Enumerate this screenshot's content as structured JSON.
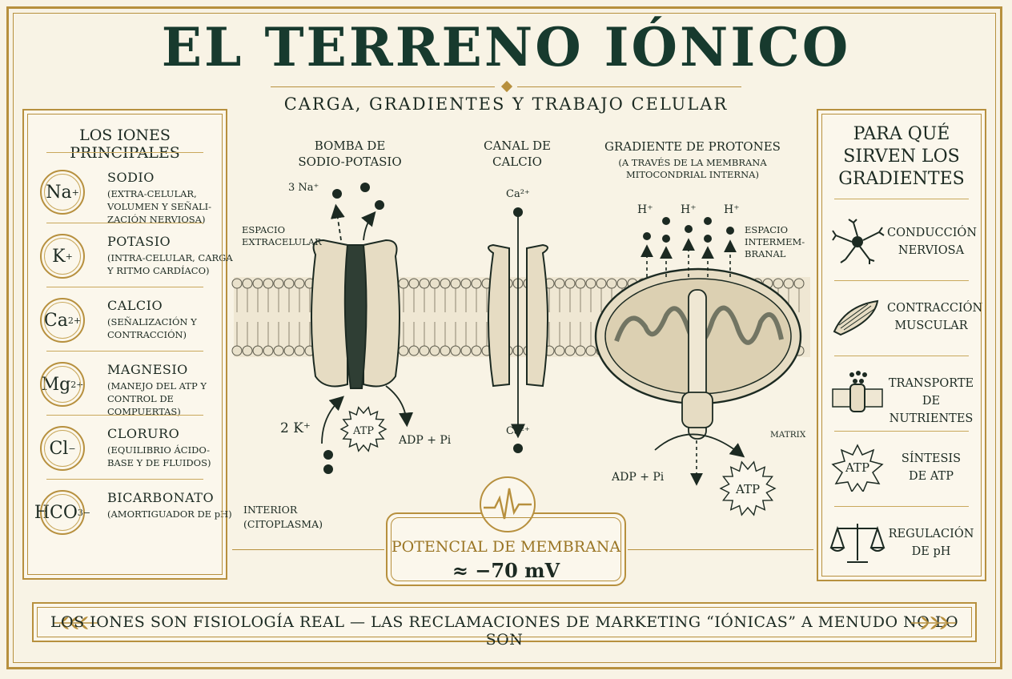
{
  "title": "EL TERRENO IÓNICO",
  "subtitle": "CARGA, GRADIENTES Y TRABAJO CELULAR",
  "ions_panel": {
    "heading": "LOS IONES PRINCIPALES",
    "ions": [
      {
        "symbol": "Na",
        "charge": "+",
        "sub": "",
        "name": "SODIO",
        "desc": "(EXTRA-CELULAR, VOLUMEN Y SEÑALI-ZACIÓN NERVIOSA)"
      },
      {
        "symbol": "K",
        "charge": "+",
        "sub": "",
        "name": "POTASIO",
        "desc": "(INTRA-CELULAR, CARGA Y RITMO CARDÍACO)"
      },
      {
        "symbol": "Ca",
        "charge": "2+",
        "sub": "",
        "name": "CALCIO",
        "desc": "(SEÑALIZACIÓN Y CONTRACCIÓN)"
      },
      {
        "symbol": "Mg",
        "charge": "2+",
        "sub": "",
        "name": "MAGNESIO",
        "desc": "(MANEJO DEL ATP Y CONTROL DE COMPUERTAS)"
      },
      {
        "symbol": "Cl",
        "charge": "−",
        "sub": "",
        "name": "CLORURO",
        "desc": "(EQUILIBRIO ÁCIDO-BASE Y DE FLUIDOS)"
      },
      {
        "symbol": "HCO",
        "charge": "−",
        "sub": "3",
        "name": "BICARBONATO",
        "desc": "(AMORTIGUADOR DE pH)"
      }
    ]
  },
  "uses_panel": {
    "heading_1": "PARA QUÉ",
    "heading_2": "SIRVEN LOS",
    "heading_3": "GRADIENTES",
    "uses": [
      {
        "icon": "neuron-icon",
        "line1": "CONDUCCIÓN",
        "line2": "NERVIOSA"
      },
      {
        "icon": "muscle-icon",
        "line1": "CONTRACCIÓN",
        "line2": "MUSCULAR"
      },
      {
        "icon": "transporter-icon",
        "line1": "TRANSPORTE",
        "line2": "DE NUTRIENTES"
      },
      {
        "icon": "atp-icon",
        "line1": "SÍNTESIS",
        "line2": "DE ATP"
      },
      {
        "icon": "scale-icon",
        "line1": "REGULACIÓN",
        "line2": "DE pH"
      }
    ]
  },
  "diagram": {
    "pump_title_1": "BOMBA DE",
    "pump_title_2": "SODIO-POTASIO",
    "na_label": "3 Na⁺",
    "k_label": "2 K⁺",
    "atp": "ATP",
    "adp_pi": "ADP + Pi",
    "channel_title_1": "CANAL DE",
    "channel_title_2": "CALCIO",
    "ca_top": "Ca²⁺",
    "ca_bottom": "Ca²⁺",
    "proton_title": "GRADIENTE DE PROTONES",
    "proton_sub_1": "(A TRAVÉS DE LA MEMBRANA",
    "proton_sub_2": "MITOCONDRIAL INTERNA)",
    "h_label": "H⁺",
    "extracellular_1": "ESPACIO",
    "extracellular_2": "EXTRACELULAR",
    "intermembrane_1": "ESPACIO",
    "intermembrane_2": "INTERMEM-",
    "intermembrane_3": "BRANAL",
    "matrix": "MATRIX",
    "interior_1": "INTERIOR",
    "interior_2": "(CITOPLASMA)",
    "adp_pi_mito": "ADP + Pi",
    "atp_mito": "ATP"
  },
  "potential": {
    "label": "POTENCIAL DE MEMBRANA",
    "value": "≈ −70 mV"
  },
  "footer": "LOS IONES SON FISIOLOGÍA REAL — LAS RECLAMACIONES DE MARKETING “IÓNICAS” A MENUDO NO LO SON",
  "colors": {
    "gold": "#b7903e",
    "ink": "#1c2a22",
    "title_green": "#173a2e",
    "paper": "#f8f3e5"
  }
}
